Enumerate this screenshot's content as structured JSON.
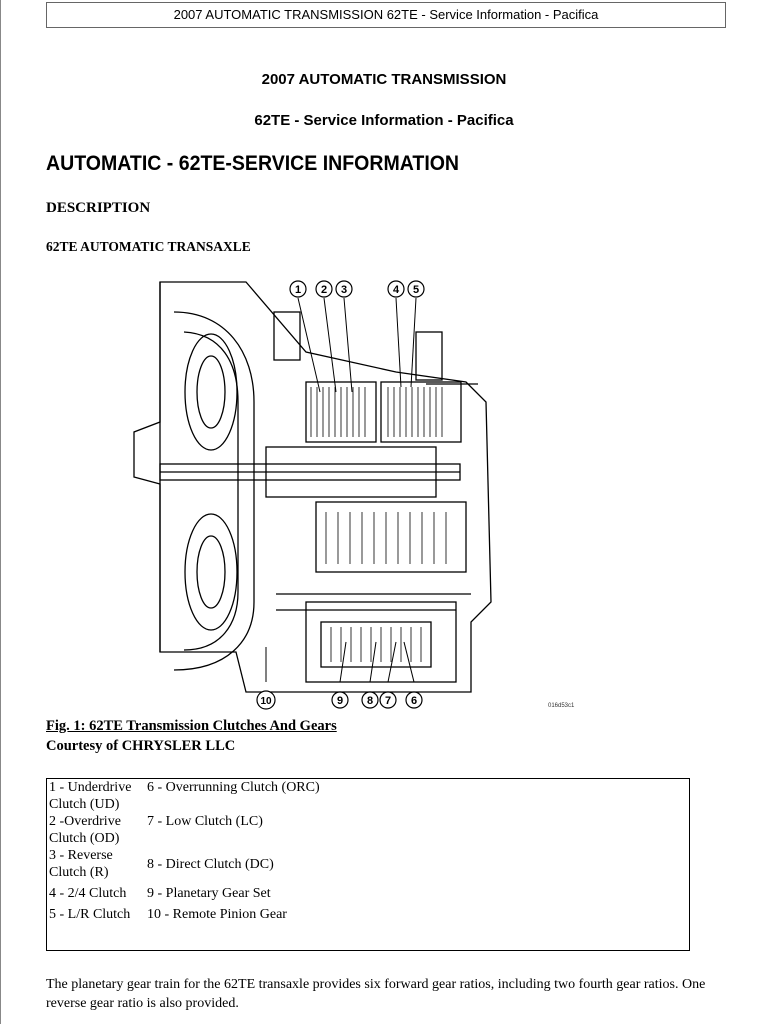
{
  "header": {
    "running_title": "2007 AUTOMATIC TRANSMISSION 62TE - Service Information - Pacifica"
  },
  "titles": {
    "main": "2007 AUTOMATIC TRANSMISSION",
    "sub": "62TE - Service Information - Pacifica",
    "section": "AUTOMATIC - 62TE-SERVICE INFORMATION",
    "description": "DESCRIPTION",
    "subsection": "62TE AUTOMATIC TRANSAXLE"
  },
  "figure": {
    "callouts_top": [
      "1",
      "2",
      "3",
      "4",
      "5"
    ],
    "callouts_bottom": [
      "10",
      "9",
      "8",
      "7",
      "6"
    ],
    "code": "016d53c1",
    "caption": "Fig. 1: 62TE Transmission Clutches And Gears",
    "credit": "Courtesy of CHRYSLER LLC"
  },
  "legend": {
    "rows": [
      {
        "left_a": "1 - Underdrive",
        "left_b": "Clutch (UD)",
        "right": "6 - Overrunning Clutch (ORC)"
      },
      {
        "left_a": "2 -Overdrive",
        "left_b": "Clutch (OD)",
        "right": "7 - Low Clutch (LC)"
      },
      {
        "left_a": "3 - Reverse",
        "left_b": "Clutch (R)",
        "right": "8 - Direct Clutch (DC)"
      },
      {
        "left_a": "4 - 2/4 Clutch",
        "left_b": "",
        "right": "9 - Planetary Gear Set"
      },
      {
        "left_a": "5 - L/R Clutch",
        "left_b": "",
        "right": "10 - Remote Pinion Gear"
      }
    ]
  },
  "body": {
    "paragraph": "The planetary gear train for the 62TE transaxle provides six forward gear ratios, including two fourth gear ratios. One reverse gear ratio is also provided."
  }
}
